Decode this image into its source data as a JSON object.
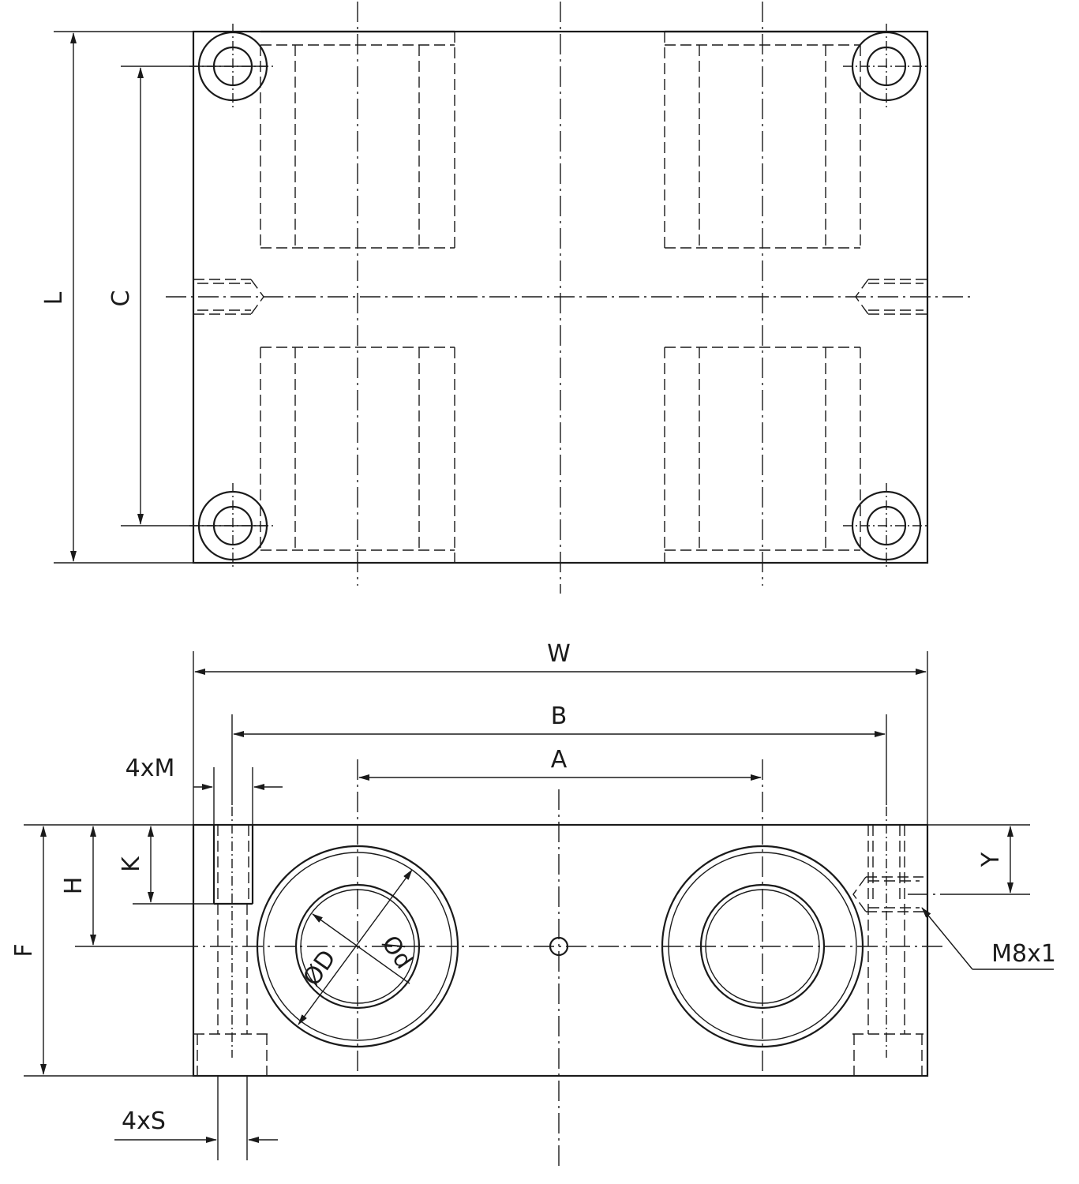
{
  "labels": {
    "L": "L",
    "C": "C",
    "W": "W",
    "B": "B",
    "A": "A",
    "four_x_M": "4xM",
    "four_x_S": "4xS",
    "K": "K",
    "H": "H",
    "F": "F",
    "Y": "Y",
    "M8x1": "M8x1",
    "phi_D": "ØD",
    "phi_d": "Ød"
  },
  "colors": {
    "line": "#1a1a1a",
    "background": "#ffffff"
  }
}
